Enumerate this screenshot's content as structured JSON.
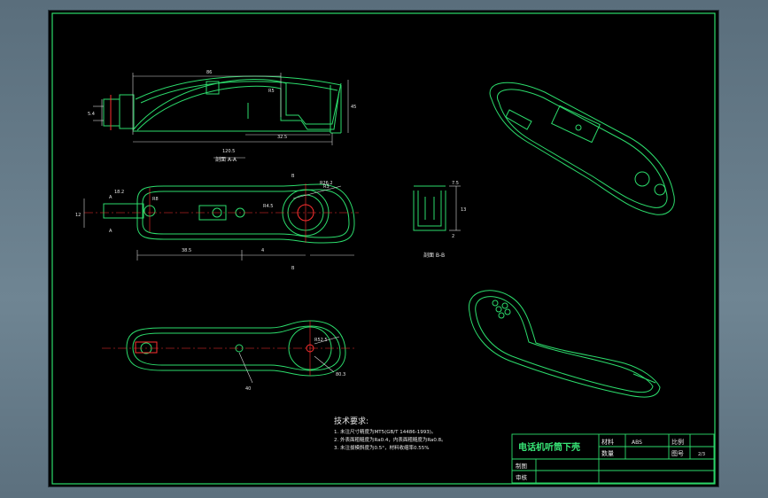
{
  "title_block": {
    "part_name": "电话机听筒下壳",
    "material_label": "材料",
    "material_value": "ABS",
    "scale_label": "比例",
    "quantity_label": "数量",
    "drawing_no_label": "图号",
    "drawing_no_value": "2/3",
    "drawn_label": "制图",
    "checked_label": "审核"
  },
  "section_labels": {
    "aa": "剖面 A-A",
    "bb": "剖面 B-B"
  },
  "tech": {
    "heading": "技术要求:",
    "items": [
      "1. 未注尺寸精度为MT5(GB/T 14486-1993)。",
      "2. 外表面粗糙度为Ra0.4，内表面粗糙度为Ra0.8。",
      "3. 未注拔模斜度为0.5°，材料收缩率0.55%"
    ]
  },
  "dims": {
    "d1": "86",
    "d2": "120.5",
    "d3": "R5",
    "d4": "32.5",
    "d5": "45",
    "d6": "5.4",
    "d7": "18.2",
    "d8": "R8",
    "d9": "12",
    "d10": "38.5",
    "d11": "4",
    "d12": "R3",
    "d13": "R4.5",
    "d14": "13",
    "d15": "7.5",
    "d16": "2",
    "d17": "B",
    "d18": "B",
    "d19": "A",
    "d20": "A",
    "d21": "R52.5",
    "d22": "40",
    "d23": "80.3",
    "d24": "R26.2"
  }
}
